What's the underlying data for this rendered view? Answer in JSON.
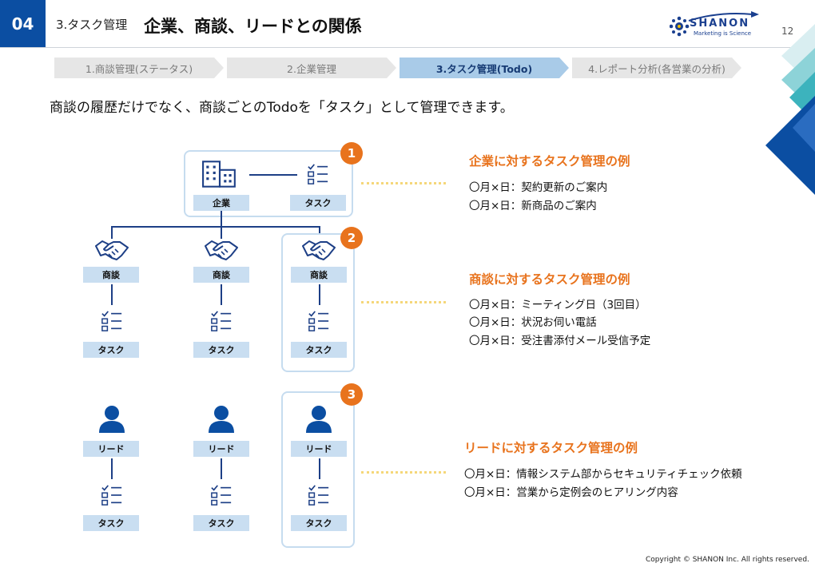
{
  "header": {
    "section_number": "04",
    "section_name": "3.タスク管理",
    "title": "企業、商談、リードとの関係",
    "page_number": "12",
    "logo_text": "SHANON",
    "logo_tagline": "Marketing is Science"
  },
  "steps": [
    {
      "label": "1.商談管理(ステータス)",
      "active": false
    },
    {
      "label": "2.企業管理",
      "active": false
    },
    {
      "label": "3.タスク管理(Todo)",
      "active": true
    },
    {
      "label": "4.レポート分析(各営業の分析)",
      "active": false
    }
  ],
  "lead_text": "商談の履歴だけでなく、商談ごとのTodoを「タスク」として管理できます。",
  "diagram": {
    "company_label": "企業",
    "deal_label": "商談",
    "lead_label": "リード",
    "task_label": "タスク",
    "badges": [
      "1",
      "2",
      "3"
    ]
  },
  "examples": [
    {
      "title": "企業に対するタスク管理の例",
      "lines": [
        "〇月×日：契約更新のご案内",
        "〇月×日：新商品のご案内"
      ]
    },
    {
      "title": "商談に対するタスク管理の例",
      "lines": [
        "〇月×日：ミーティング日（3回目）",
        "〇月×日：状況お伺い電話",
        "〇月×日：受注書添付メール受信予定"
      ]
    },
    {
      "title": "リードに対するタスク管理の例",
      "lines": [
        "〇月×日：情報システム部からセキュリティチェック依頼",
        "〇月×日：営業から定例会のヒアリング内容"
      ]
    }
  ],
  "copyright": "Copyright © SHANON Inc. All rights reserved.",
  "colors": {
    "brand": "#0b4ea2",
    "icon": "#1d3f86",
    "accent": "#e8731d",
    "label_bg": "#c9def1",
    "box_border": "#c6dcef"
  }
}
